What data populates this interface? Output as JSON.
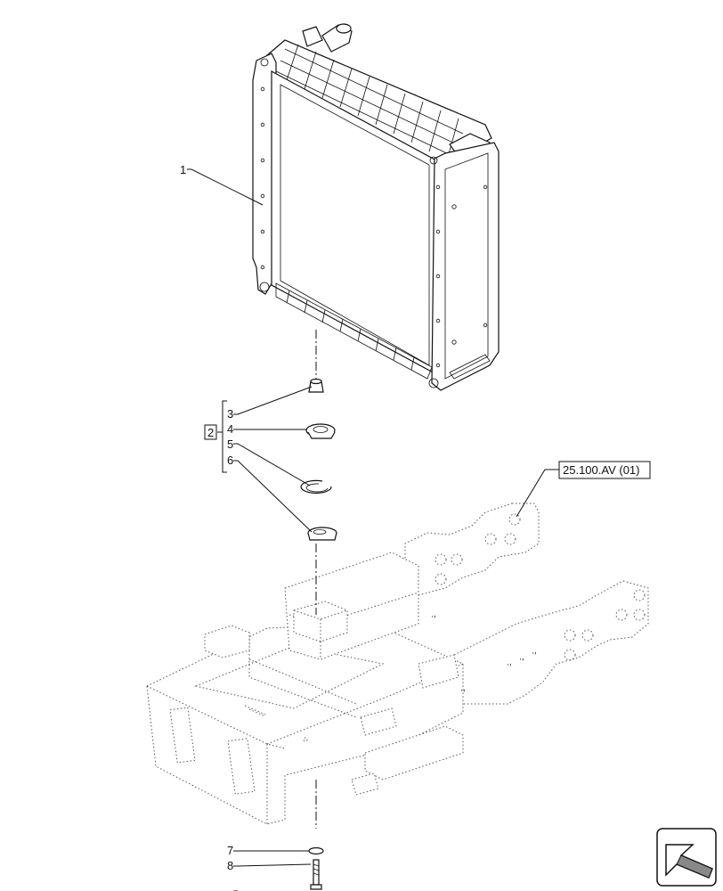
{
  "callouts": [
    {
      "id": "1",
      "label": "1"
    },
    {
      "id": "2",
      "label": "2"
    },
    {
      "id": "3",
      "label": "3"
    },
    {
      "id": "4",
      "label": "4"
    },
    {
      "id": "5",
      "label": "5"
    },
    {
      "id": "6",
      "label": "6"
    },
    {
      "id": "7",
      "label": "7"
    },
    {
      "id": "8",
      "label": "8"
    }
  ],
  "reference": {
    "label": "25.100.AV (01)"
  },
  "icons": {
    "navigation": "arrow-navigation-icon"
  }
}
